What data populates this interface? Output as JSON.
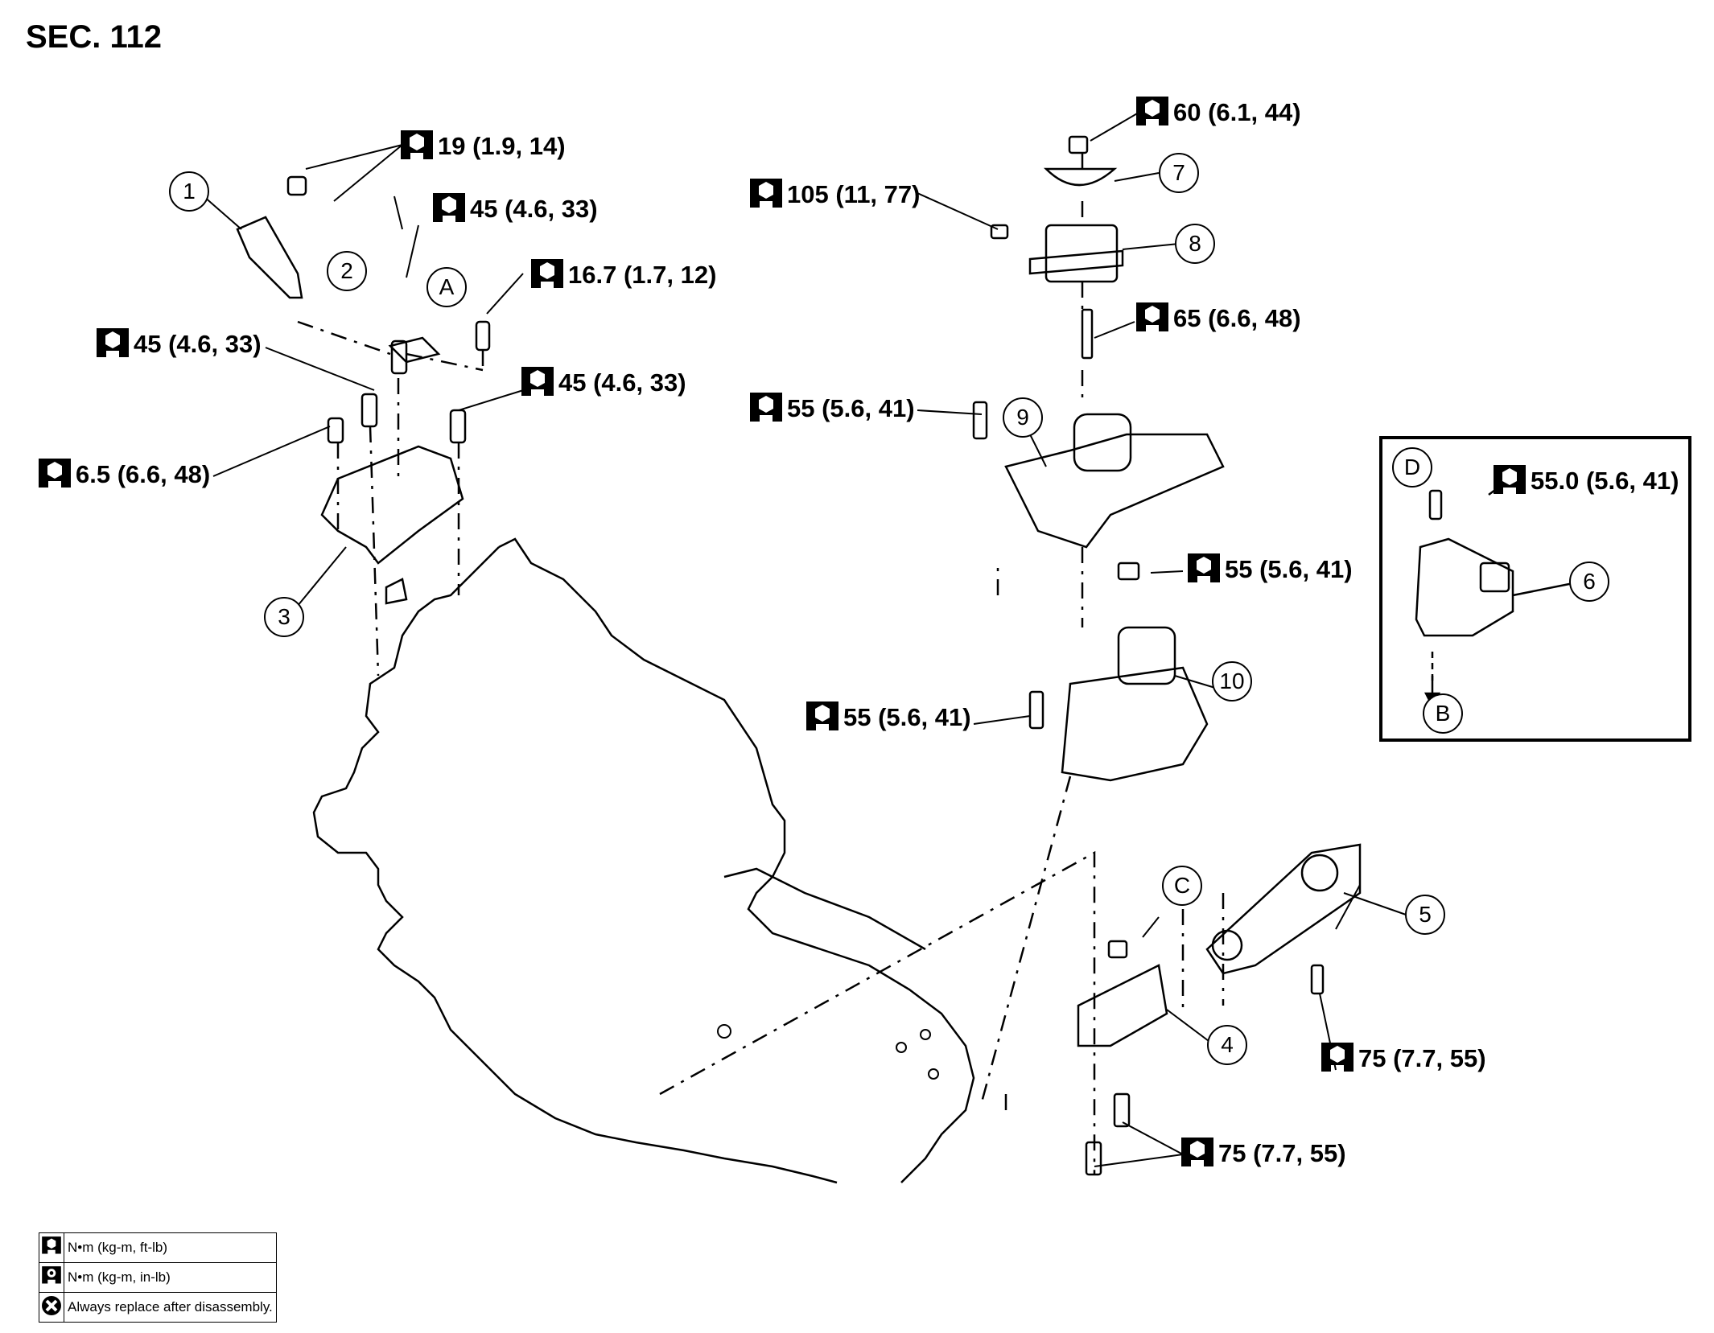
{
  "section_title": "SEC. 112",
  "torque_specs": [
    {
      "id": "t-1",
      "value": "19 (1.9, 14)"
    },
    {
      "id": "t-2",
      "value": "45 (4.6, 33)"
    },
    {
      "id": "t-3",
      "value": "16.7 (1.7, 12)"
    },
    {
      "id": "t-4",
      "value": "45 (4.6, 33)"
    },
    {
      "id": "t-5",
      "value": "45 (4.6, 33)"
    },
    {
      "id": "t-6",
      "value": "6.5 (6.6, 48)"
    },
    {
      "id": "t-7",
      "value": "60 (6.1, 44)"
    },
    {
      "id": "t-8",
      "value": "105 (11, 77)"
    },
    {
      "id": "t-9",
      "value": "65 (6.6, 48)"
    },
    {
      "id": "t-10",
      "value": "55 (5.6, 41)"
    },
    {
      "id": "t-11",
      "value": "55 (5.6, 41)"
    },
    {
      "id": "t-12",
      "value": "55 (5.6, 41)"
    },
    {
      "id": "t-13",
      "value": "55.0 (5.6, 41)"
    },
    {
      "id": "t-14",
      "value": "75 (7.7, 55)"
    },
    {
      "id": "t-15",
      "value": "75 (7.7, 55)"
    }
  ],
  "callouts": [
    "1",
    "2",
    "3",
    "4",
    "5",
    "6",
    "7",
    "8",
    "9",
    "10",
    "A",
    "B",
    "C",
    "D"
  ],
  "legend": [
    {
      "icon": "torque-wrench-icon",
      "text": "N•m (kg-m, ft-lb)"
    },
    {
      "icon": "torque-wrench-inlb-icon",
      "text": "N•m (kg-m, in-lb)"
    },
    {
      "icon": "replace-x-icon",
      "text": "Always replace after disassembly."
    }
  ]
}
